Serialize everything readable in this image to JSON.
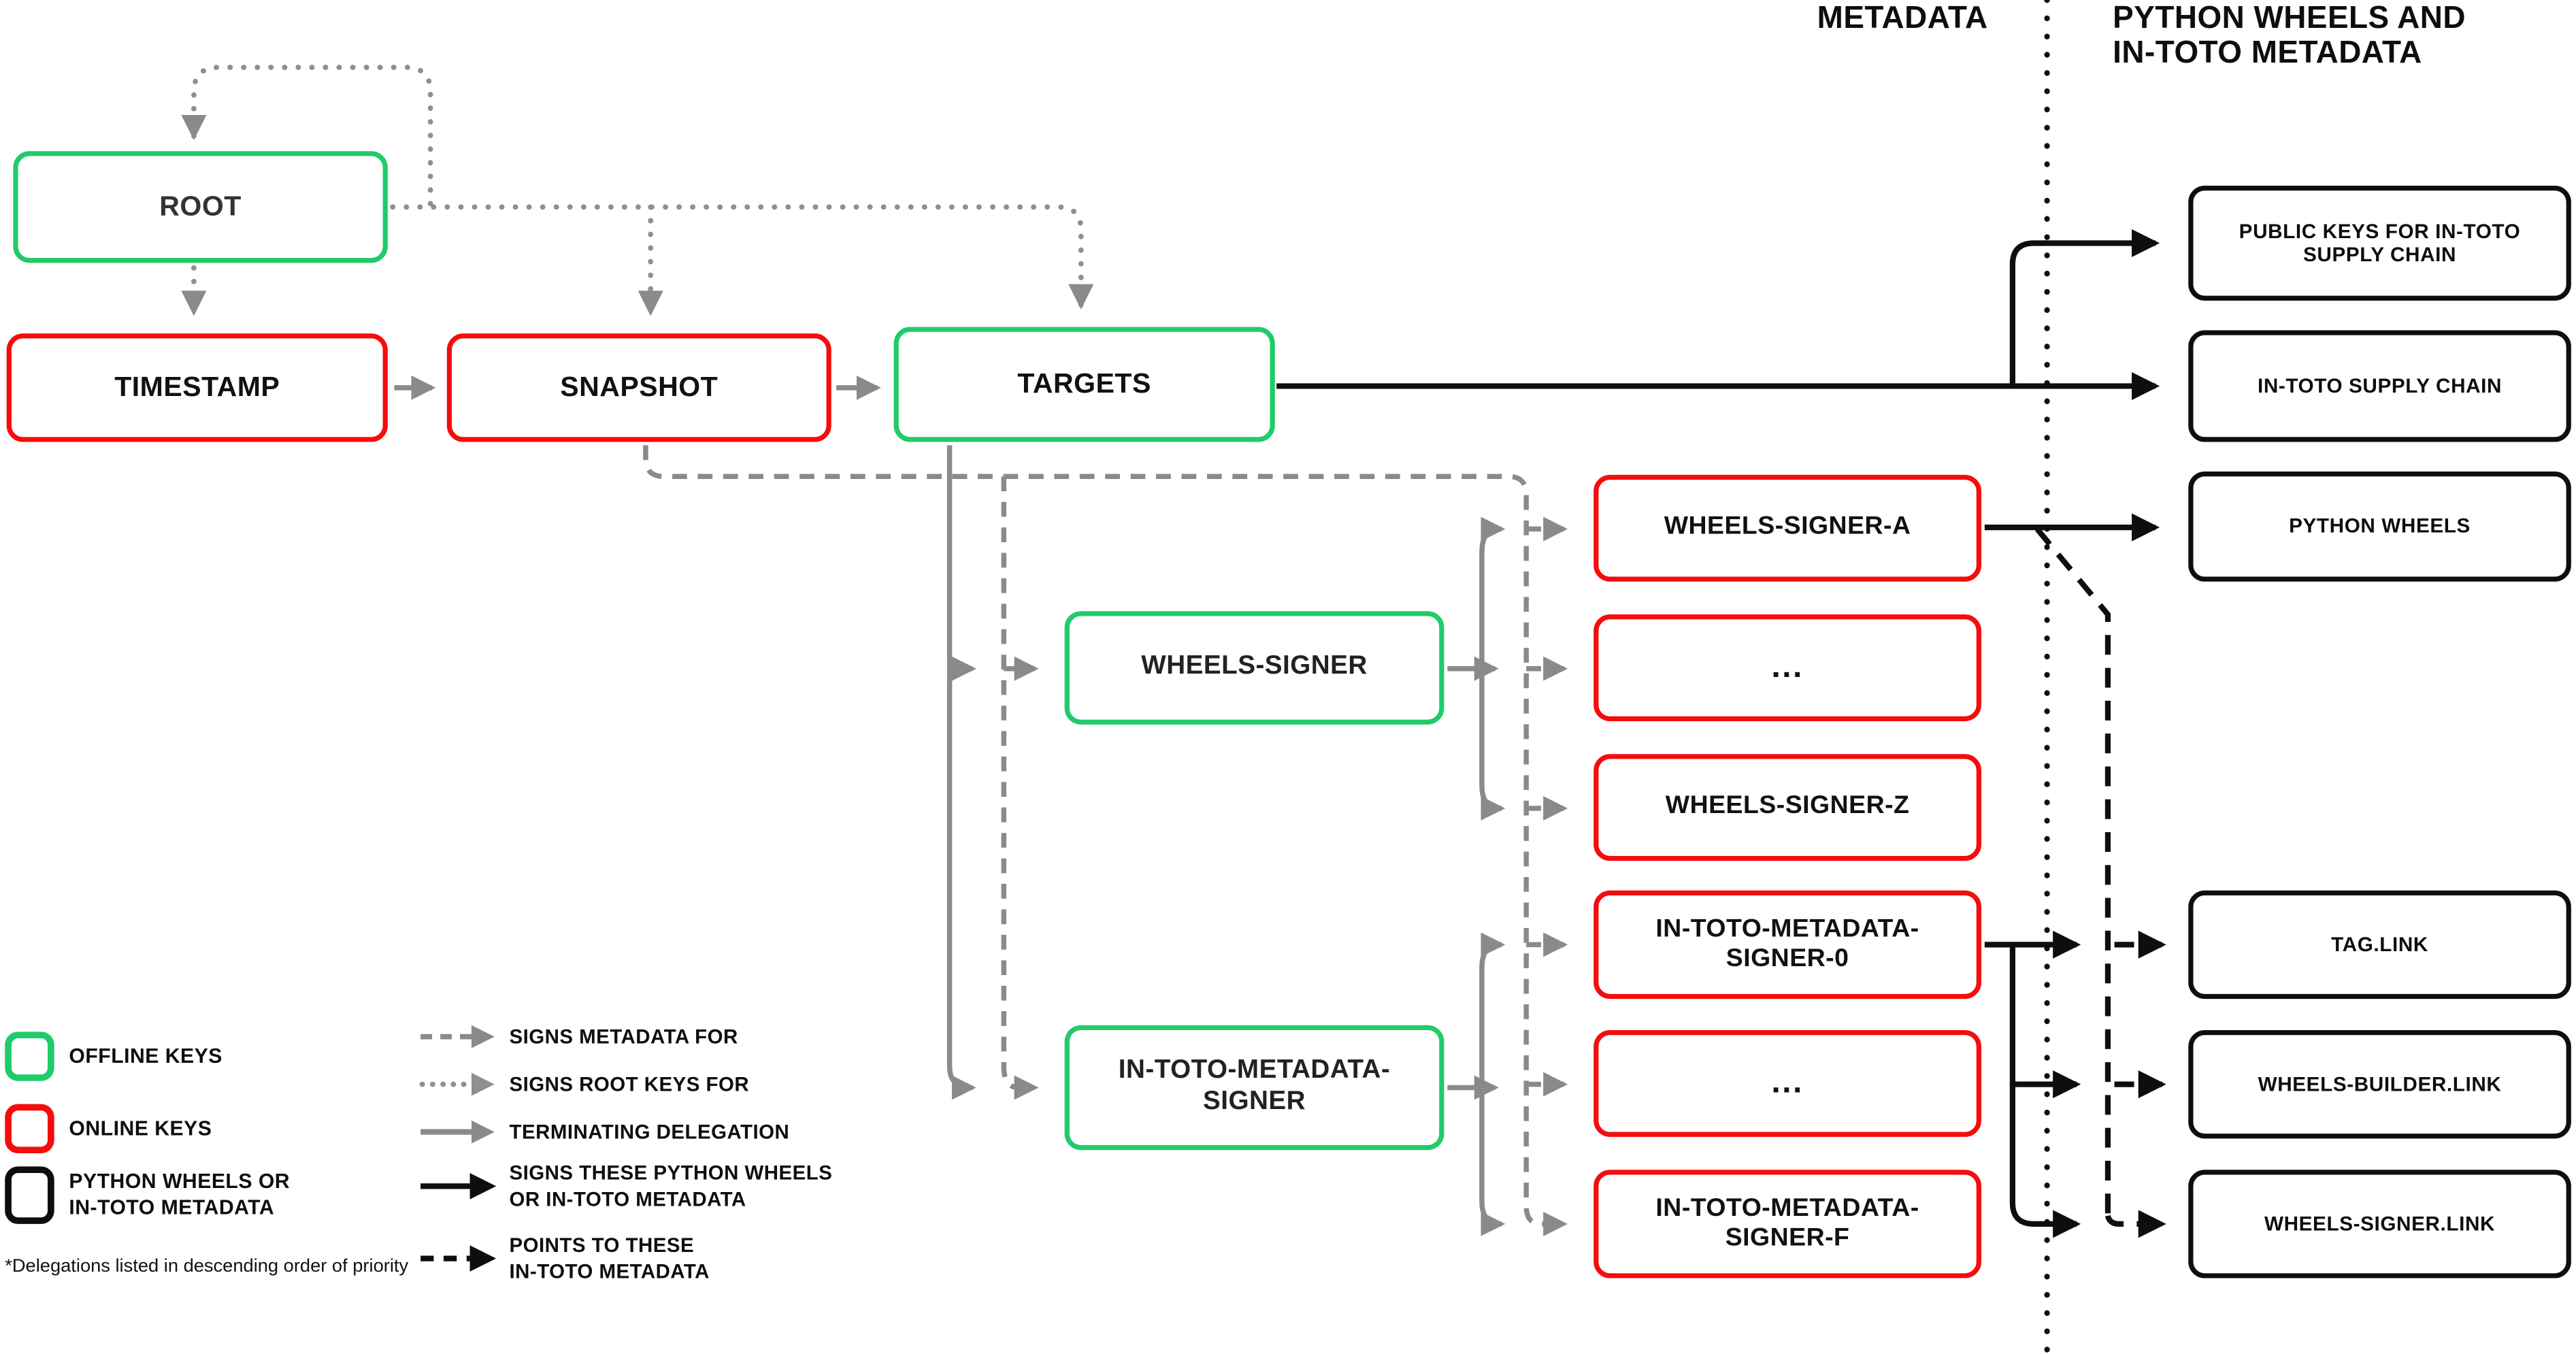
{
  "header": {
    "metadata": "METADATA",
    "wheels_line1": "PYTHON WHEELS AND",
    "wheels_line2": "IN-TOTO METADATA"
  },
  "nodes": {
    "root": "ROOT",
    "timestamp": "TIMESTAMP",
    "snapshot": "SNAPSHOT",
    "targets": "TARGETS",
    "wheels_signer": "WHEELS-SIGNER",
    "wheels_signer_a": "WHEELS-SIGNER-A",
    "wheels_ellipsis": "...",
    "wheels_signer_z": "WHEELS-SIGNER-Z",
    "intoto_signer": "IN-TOTO-METADATA-SIGNER",
    "intoto_signer_0": "IN-TOTO-METADATA-SIGNER-0",
    "intoto_ellipsis": "...",
    "intoto_signer_f": "IN-TOTO-METADATA-SIGNER-F",
    "public_keys": "PUBLIC KEYS FOR IN-TOTO SUPPLY CHAIN",
    "intoto_supply_chain": "IN-TOTO SUPPLY CHAIN",
    "python_wheels": "PYTHON WHEELS",
    "tag_link": "TAG.LINK",
    "wheels_builder_link": "WHEELS-BUILDER.LINK",
    "wheels_signer_link": "WHEELS-SIGNER.LINK"
  },
  "legend": {
    "offline_keys": "OFFLINE KEYS",
    "online_keys": "ONLINE KEYS",
    "python_wheels_or": "PYTHON WHEELS OR",
    "intoto_metadata": "IN-TOTO METADATA",
    "footnote": "*Delegations listed in descending order of priority",
    "arrow_labels": {
      "signs_metadata_for": "SIGNS METADATA FOR",
      "signs_root_keys_for": "SIGNS ROOT KEYS FOR",
      "terminating_delegation": "TERMINATING DELEGATION",
      "signs_these_line1": "SIGNS THESE PYTHON WHEELS",
      "signs_these_line2": "OR IN-TOTO METADATA",
      "points_to_line1": "POINTS TO THESE",
      "points_to_line2": "IN-TOTO METADATA"
    }
  },
  "colors": {
    "offline_green": "#20CB6A",
    "online_red": "#F50C0C",
    "metadata_black": "#0E0E0E",
    "connector_gray": "#8A8A8A"
  }
}
